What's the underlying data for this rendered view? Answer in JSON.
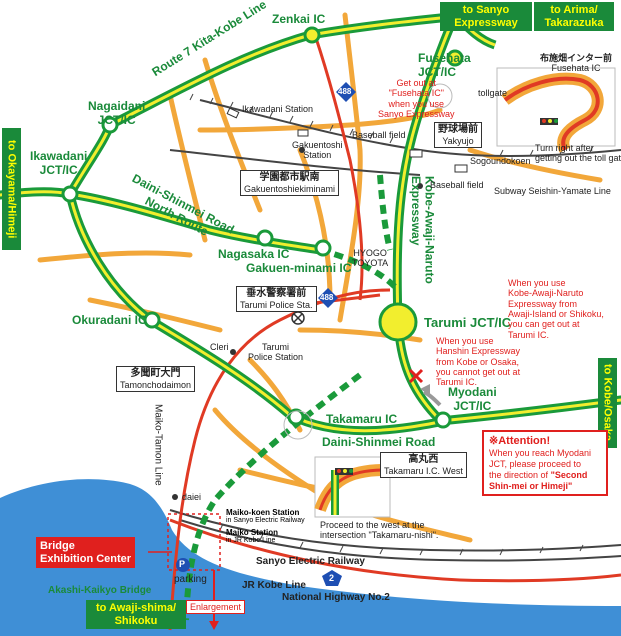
{
  "exits": {
    "sanyo_expressway": "to Sanyo Expressway",
    "arima_1": "to Arima/",
    "arima_2": "Takarazuka",
    "okayama": "to Okayama/Himeji",
    "kobe_osaka": "to Kobe/Osaka",
    "awaji_1": "to Awaji-shima/",
    "awaji_2": "Shikoku"
  },
  "interchanges": {
    "zenkai": "Zenkai IC",
    "fusehata_1": "Fusehata",
    "fusehata_2": "JCT/IC",
    "nagaidani_1": "Nagaidani",
    "nagaidani_2": "JCT/IC",
    "ikawadani_1": "Ikawadani",
    "ikawadani_2": "JCT/IC",
    "nagasaka": "Nagasaka IC",
    "gakuen": "Gakuen-minami IC",
    "okuradani": "Okuradani IC",
    "tarumi": "Tarumi JCT/IC",
    "myodani_1": "Myodani",
    "myodani_2": "JCT/IC",
    "takamaru": "Takamaru IC"
  },
  "roads": {
    "kita_kobe": "Route 7 Kita-Kobe Line",
    "daini_north_1": "Daini-Shinmei Road",
    "daini_north_2": "North Route",
    "kobe_awaji_1": "Kobe-Awaji-Naruto",
    "kobe_awaji_2": "Expressway",
    "daini": "Daini-Shinmei Road",
    "sanyo_railway": "Sanyo Electric Railway",
    "jr_kobe": "JR Kobe Line",
    "national_hw": "National Highway No.2",
    "maiko_tamon": "Maiko-Tamon Line",
    "subway": "Subway Seishin-Yamate Line",
    "akashi_bridge": "Akashi-Kaikyo Bridge",
    "route_488_a": "488",
    "route_488_b": "488",
    "route_2": "2"
  },
  "places": {
    "ikawadani_station": "Ikawadani Station",
    "gakuentoshi_1": "Gakuentoshi",
    "gakuentoshi_2": "Station",
    "baseball_1": "Baseball field",
    "baseball_2": "Baseball field",
    "sogoundokoen": "Sogoundokoen",
    "yakyujo_jp": "野球場前",
    "yakyujo": "Yakyujo",
    "gakuen_jp": "学園都市駅南",
    "gakuen_en": "Gakuentoshiekiminami",
    "hyogo_1": "HYOGO",
    "hyogo_2": "TOYOTA",
    "tarumi_police_jp": "垂水警察署前",
    "tarumi_police_en": "Tarumi Police Sta.",
    "tarumi_ps_1": "Tarumi",
    "tarumi_ps_2": "Police Station",
    "cleri": "Cleri",
    "tamon_jp": "多聞町大門",
    "tamon_en": "Tamonchodaimon",
    "daiei": "daiei",
    "maiko_koen": "Maiko-koen Station",
    "maiko_koen_sub": "in Sanyo Electric Railway",
    "maiko": "Maiko Station",
    "maiko_sub": "in JR Kobe Line",
    "parking": "parking",
    "p": "P",
    "bridge_center_1": "Bridge",
    "bridge_center_2": "Exhibition Center",
    "enlargement": "Enlargement",
    "fusehata_ic_jp": "布施畑インター前",
    "fusehata_ic_en": "Fusehata IC",
    "tollgate": "tollgate",
    "turn_right_1": "Turn right after",
    "turn_right_2": "getting out the toll gate",
    "takamaru_jp": "高丸西",
    "takamaru_en": "Takamaru I.C. West"
  },
  "notes": {
    "getout_1": "Get out at",
    "getout_2": "\"Fusehata IC\"",
    "getout_3": "when you use",
    "getout_4": "Sanyo Expressway",
    "kan_1": "When you use",
    "kan_2": "Kobe-Awaji-Naruto",
    "kan_3": "Expressway from",
    "kan_4": "Awaji-Island or Shikoku,",
    "kan_5": "you can get out at",
    "kan_6": "Tarumi IC.",
    "han_1": "When you use",
    "han_2": "Hanshin Expressway",
    "han_3": "from Kobe or Osaka,",
    "han_4": "you cannot get out at",
    "han_5": "Tarumi IC.",
    "proceed_1": "Proceed to the west at the",
    "proceed_2": "intersection \"Takamaru-nishi\".",
    "attention_title": "※Attention!",
    "attention_1": "When you reach Myodani",
    "attention_2": "JCT, please proceed to",
    "attention_3": "the direction of",
    "attention_4": "\"Second",
    "attention_5": "Shin-mei or Himeji\""
  },
  "colors": {
    "expressway": "#1a9a3a",
    "expressway_inner": "#f2ee2e",
    "red_road": "#e03a24",
    "orange_road": "#f2a73a",
    "sea": "#3f8fd6",
    "ic_circle": "#f2ee2e"
  }
}
